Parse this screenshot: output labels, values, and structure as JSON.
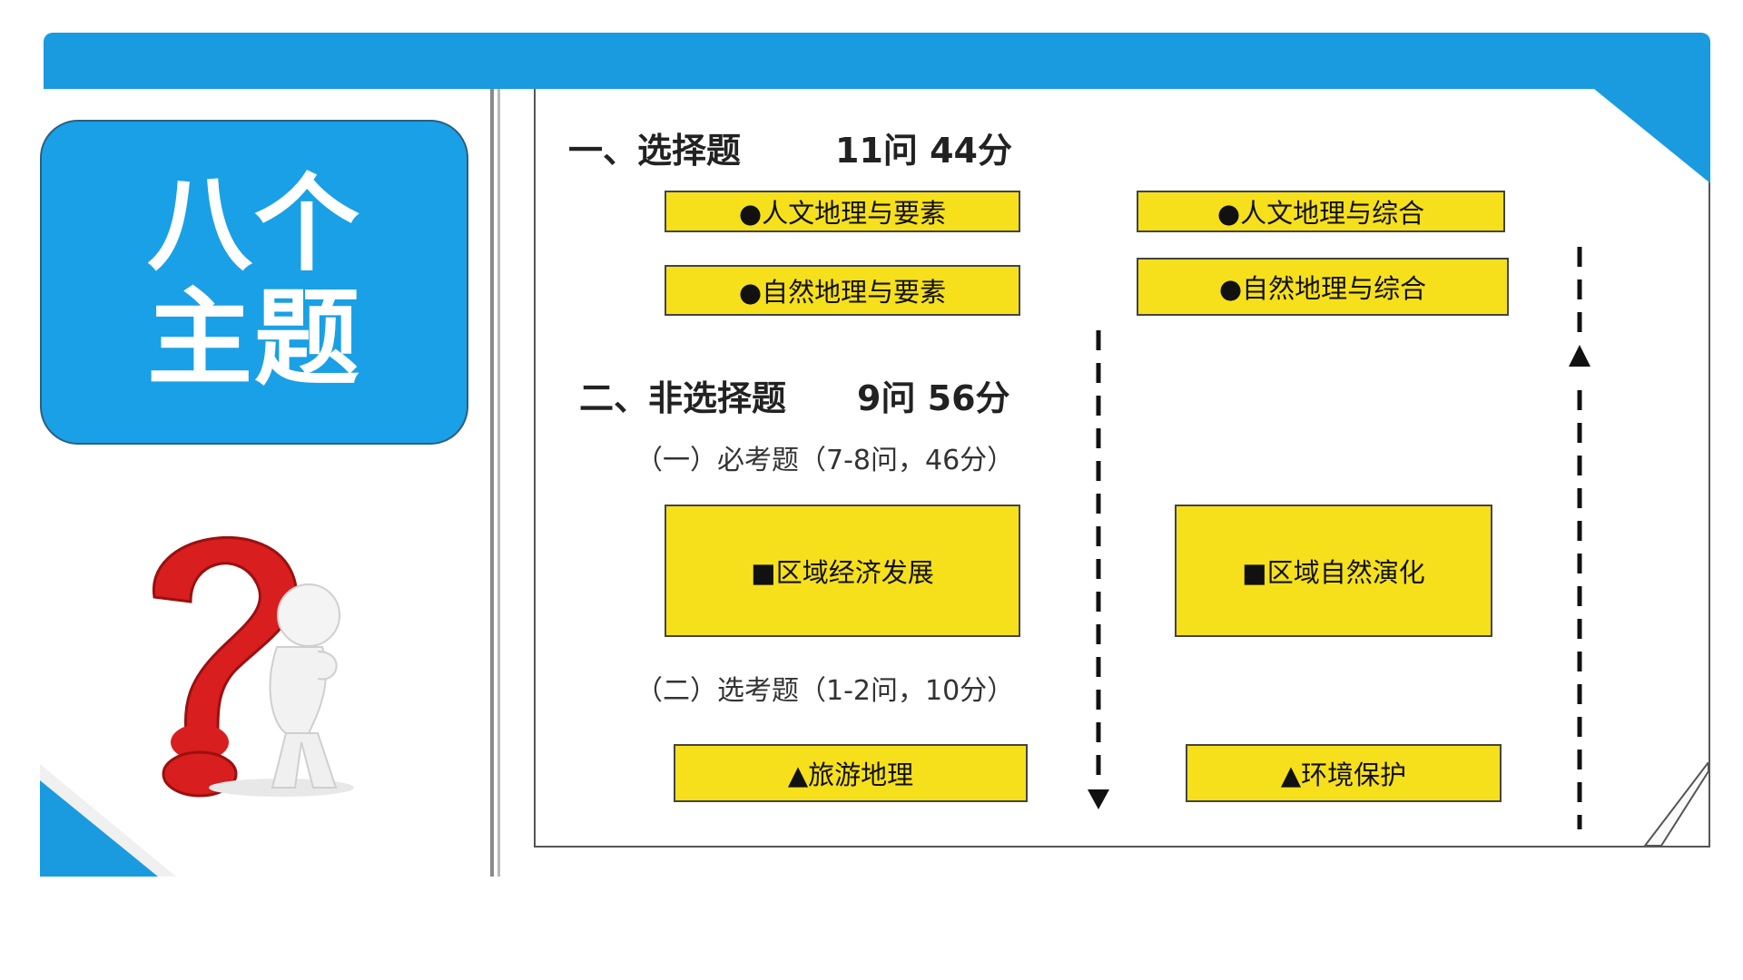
{
  "title": {
    "line1": "八个",
    "line2": "主题"
  },
  "sections": {
    "choice": {
      "label": "一、选择题",
      "detail": "11问 44分"
    },
    "non_choice": {
      "label": "二、非选择题",
      "detail": "9问 56分"
    },
    "required": "（一）必考题（7-8问，46分）",
    "optional": "（二）选考题（1-2问，10分）"
  },
  "boxes": {
    "human_geo_elements": "●人文地理与要素",
    "natural_geo_elements": "●自然地理与要素",
    "human_geo_synthesis": "●人文地理与综合",
    "natural_geo_synthesis": "●自然地理与综合",
    "regional_economy": "■区域经济发展",
    "regional_nature": "■区域自然演化",
    "tourism": "▲旅游地理",
    "environment": "▲环境保护"
  },
  "colors": {
    "accent": "#1a9be0",
    "box_fill": "#f6e01c",
    "question_mark": "#d81e1e"
  },
  "icons": {
    "illustration": "question-mark-figure-icon"
  }
}
